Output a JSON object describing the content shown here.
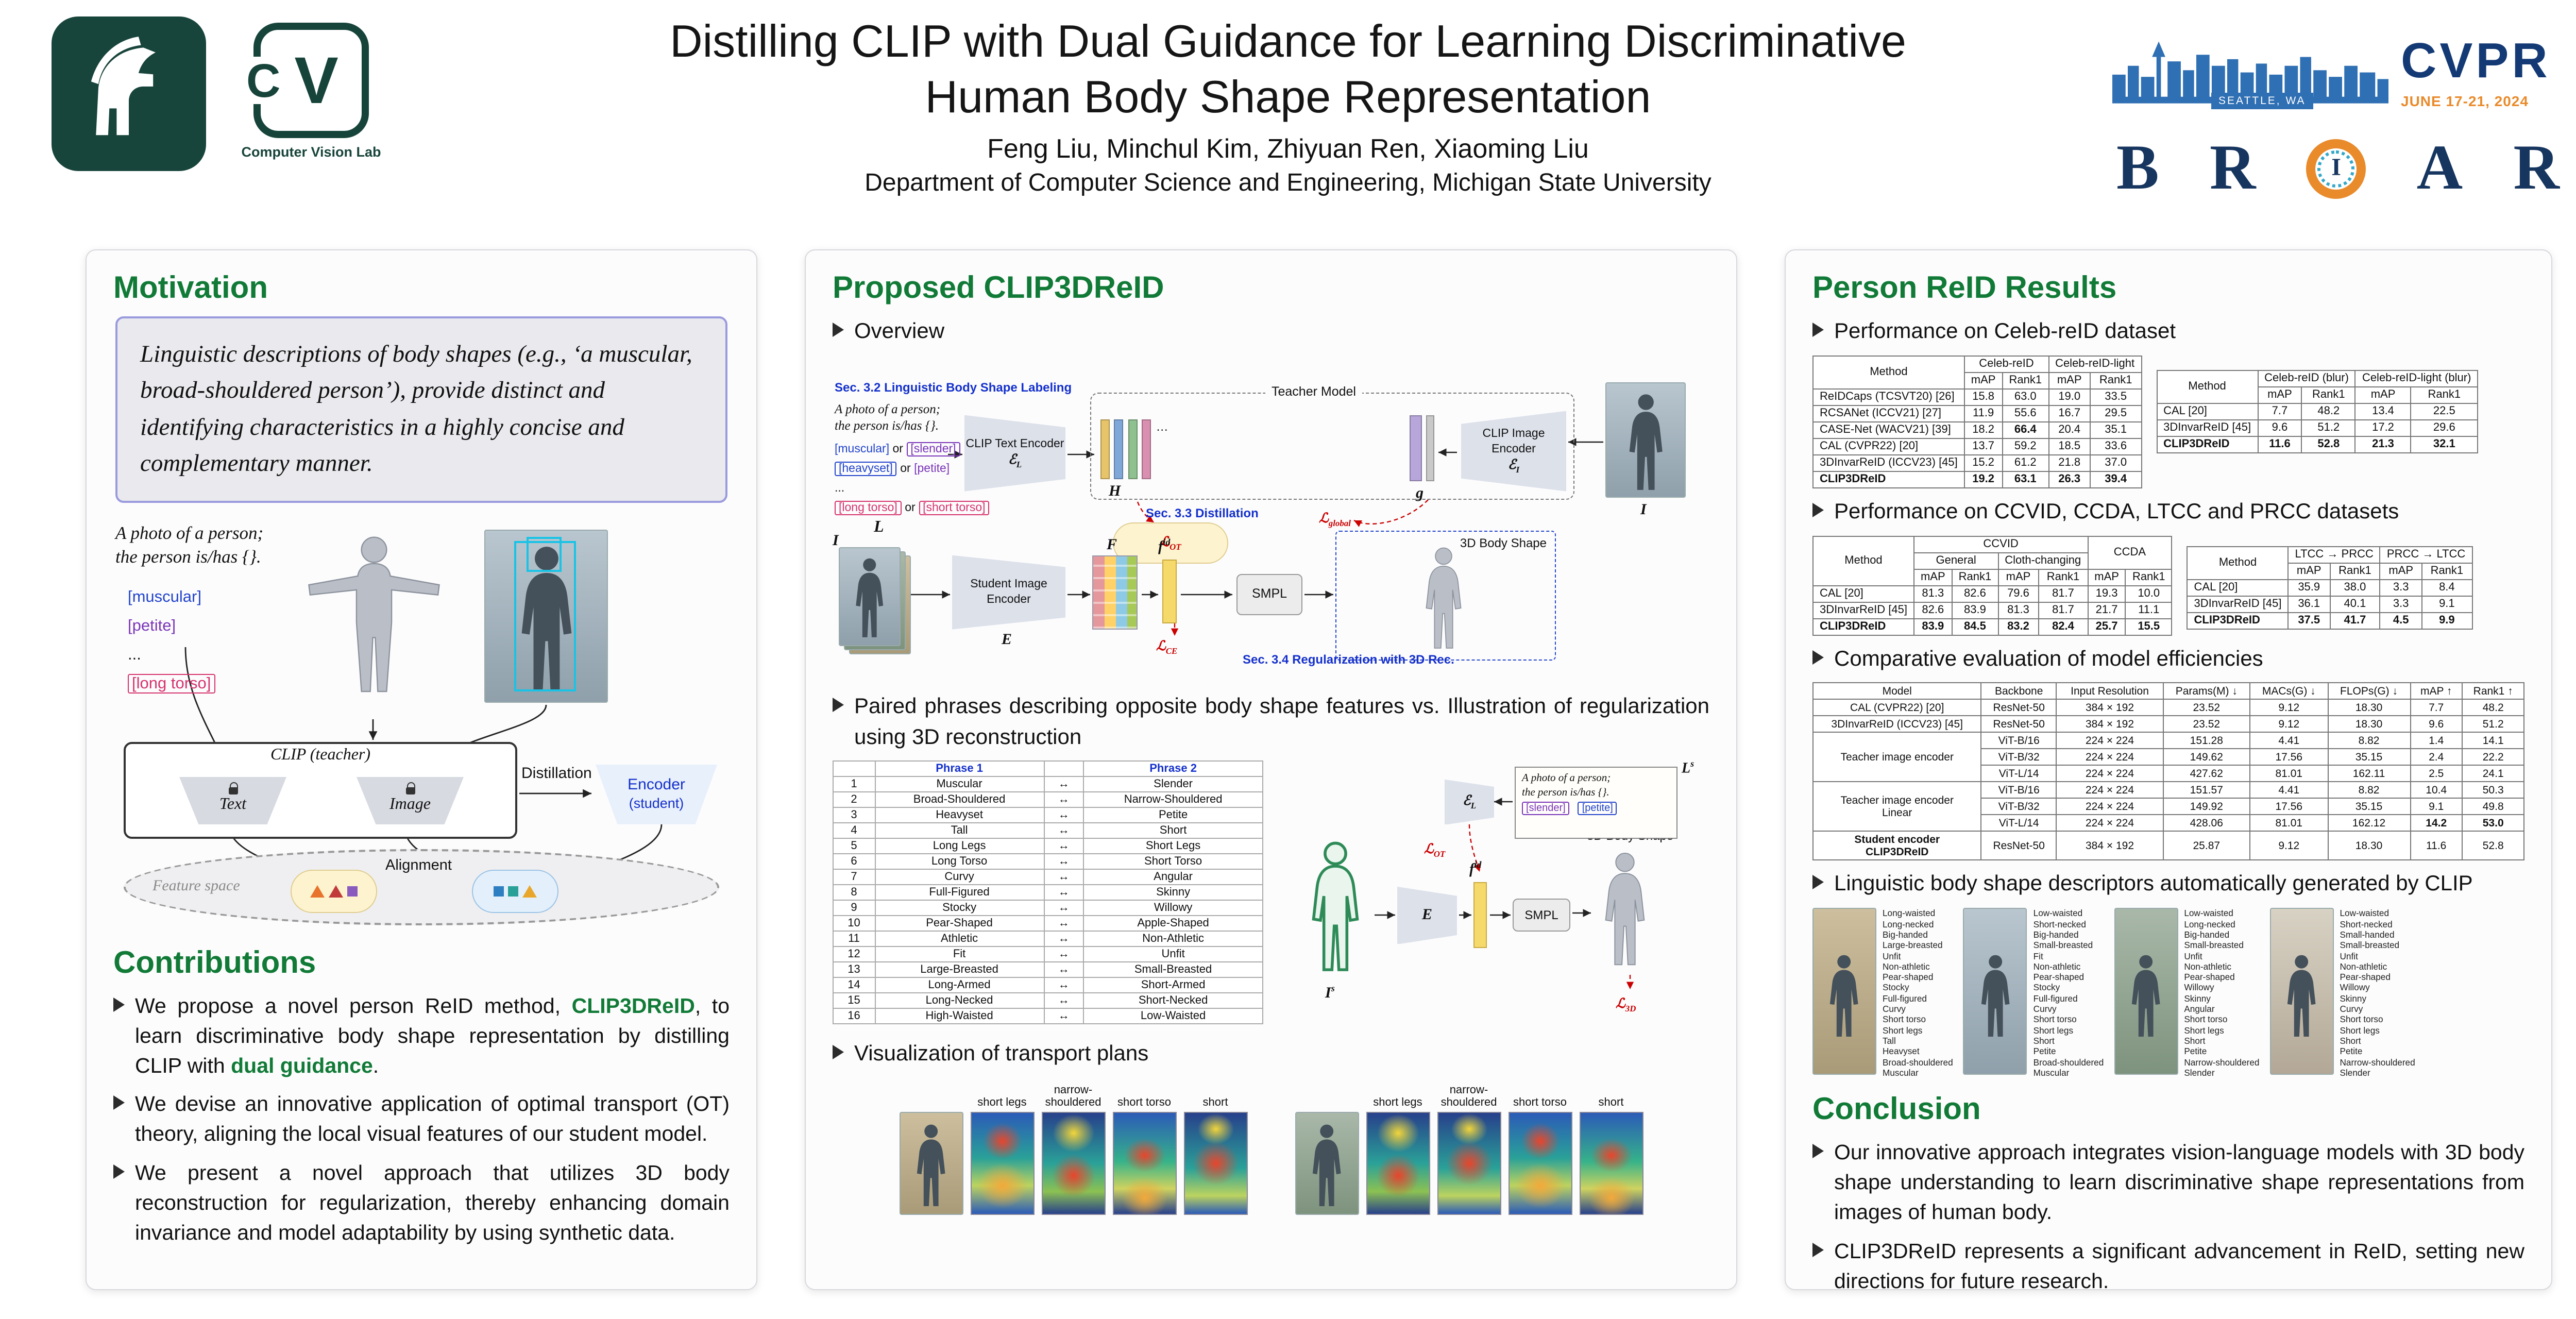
{
  "icons": {
    "bullet": "➢",
    "lock": "lock",
    "swap": "↔"
  },
  "header": {
    "title1": "Distilling CLIP with Dual Guidance for Learning Discriminative",
    "title2": "Human Body Shape Representation",
    "authors": "Feng Liu, Minchul Kim, Zhiyuan Ren, Xiaoming Liu",
    "affiliation": "Department of Computer Science and Engineering, Michigan State University",
    "cv_letters": [
      "C",
      "V"
    ],
    "cv_caption": "Computer Vision Lab",
    "cvpr": {
      "name": "CVPR",
      "city": "SEATTLE, WA",
      "dates": "JUNE 17-21, 2024"
    },
    "briar_letters": [
      "B",
      "R",
      "I",
      "A",
      "R"
    ]
  },
  "left": {
    "motivation_title": "Motivation",
    "quote": "Linguistic descriptions of body shapes (e.g., ‘a muscular, broad-shouldered person’), provide distinct and identifying characteristics in a highly concise and complementary manner.",
    "diagram": {
      "prompt1": "A photo of a person;",
      "prompt2": "the person is/has {}.",
      "tags": [
        [
          {
            "t": "[muscular]",
            "c": "tag-blue"
          }
        ],
        [
          {
            "t": "[petite]",
            "c": "tag-violet"
          }
        ],
        [
          {
            "t": "..."
          }
        ],
        [
          {
            "t": "[long torso]",
            "c": "tag-pink tag-box"
          }
        ]
      ],
      "clip_label": "CLIP (teacher)",
      "text_label": "Text",
      "image_label": "Image",
      "distill_label": "Distillation",
      "student_l1": "Encoder",
      "student_l2": "(student)",
      "feature_space": "Feature space",
      "alignment": "Alignment"
    },
    "contributions_title": "Contributions",
    "contributions": [
      [
        {
          "t": "We propose a novel person ReID method, "
        },
        {
          "t": "CLIP3DReID",
          "c": "hl"
        },
        {
          "t": ", to learn discriminative body shape representation by distilling CLIP with "
        },
        {
          "t": "dual guidance",
          "c": "hl"
        },
        {
          "t": "."
        }
      ],
      [
        {
          "t": "We devise an innovative application of optimal transport (OT) theory, aligning the local visual features of our student model."
        }
      ],
      [
        {
          "t": "We present a novel approach that utilizes 3D body reconstruction for regularization, thereby enhancing domain invariance and model adaptability by using synthetic data."
        }
      ]
    ]
  },
  "middle": {
    "title": "Proposed CLIP3DReID",
    "b_overview": "Overview",
    "ov": {
      "sec32": "Sec. 3.2 Linguistic Body Shape Labeling",
      "prompt1": "A photo of a person;",
      "prompt2": "the person is/has {}.",
      "tag_rows": [
        [
          {
            "t": "[muscular]",
            "c": "tag-blue"
          },
          {
            "t": " or "
          },
          {
            "t": "[slender]",
            "c": "tag-violet tag-box"
          }
        ],
        [
          {
            "t": "[heavyset]",
            "c": "tag-blue tag-box"
          },
          {
            "t": " or "
          },
          {
            "t": "[petite]",
            "c": "tag-violet"
          }
        ],
        [
          {
            "t": "..."
          }
        ],
        [
          {
            "t": "[long torso]",
            "c": "tag-pink tag-box"
          },
          {
            "t": " or "
          },
          {
            "t": "[short torso]",
            "c": "tag-pink tag-box"
          }
        ]
      ],
      "teacher": "Teacher Model",
      "text_enc": "CLIP Text Encoder",
      "img_enc": "CLIP Image Encoder",
      "student_enc": "Student Image Encoder",
      "smpl": "SMPL",
      "body": "3D Body Shape",
      "sec33": "Sec. 3.3 Distillation",
      "sec34": "Sec. 3.4 Regularization with 3D Rec.",
      "labels": {
        "H": "H",
        "g": "g",
        "L": "L",
        "I": "I",
        "F": "F",
        "E": "E"
      },
      "el": {
        "sym": "ℰ",
        "sub": "L"
      },
      "ei": {
        "sym": "ℰ",
        "sub": "I"
      },
      "fid": {
        "base": "f",
        "sup": "id"
      },
      "losses": {
        "global": {
          "sym": "ℒ",
          "sub": "global"
        },
        "ot": {
          "sym": "ℒ",
          "sub": "OT"
        },
        "ce": {
          "sym": "ℒ",
          "sub": "CE"
        }
      }
    },
    "b_pairs": "Paired phrases describing opposite body shape features vs. Illustration of regularization using 3D reconstruction",
    "phrases": {
      "head": [
        [
          {
            "t": ""
          },
          {
            "t": "Phrase 1"
          },
          {
            "t": ""
          },
          {
            "t": "Phrase 2"
          }
        ]
      ],
      "rows": [
        [
          "1",
          "Muscular",
          "↔",
          "Slender"
        ],
        [
          "2",
          "Broad-Shouldered",
          "↔",
          "Narrow-Shouldered"
        ],
        [
          "3",
          "Heavyset",
          "↔",
          "Petite"
        ],
        [
          "4",
          "Tall",
          "↔",
          "Short"
        ],
        [
          "5",
          "Long Legs",
          "↔",
          "Short Legs"
        ],
        [
          "6",
          "Long Torso",
          "↔",
          "Short Torso"
        ],
        [
          "7",
          "Curvy",
          "↔",
          "Angular"
        ],
        [
          "8",
          "Full-Figured",
          "↔",
          "Skinny"
        ],
        [
          "9",
          "Stocky",
          "↔",
          "Willowy"
        ],
        [
          "10",
          "Pear-Shaped",
          "↔",
          "Apple-Shaped"
        ],
        [
          "11",
          "Athletic",
          "↔",
          "Non-Athletic"
        ],
        [
          "12",
          "Fit",
          "↔",
          "Unfit"
        ],
        [
          "13",
          "Large-Breasted",
          "↔",
          "Small-Breasted"
        ],
        [
          "14",
          "Long-Armed",
          "↔",
          "Short-Armed"
        ],
        [
          "15",
          "Long-Necked",
          "↔",
          "Short-Necked"
        ],
        [
          "16",
          "High-Waisted",
          "↔",
          "Low-Waisted"
        ]
      ]
    },
    "reg": {
      "prompt1": "A photo of a person;",
      "prompt2": "the person is/has {}.",
      "tags": [
        [
          {
            "t": "[slender]",
            "c": "tag-violet tag-box"
          }
        ],
        [
          {
            "t": "[petite]",
            "c": "tag-blue tag-box"
          }
        ]
      ],
      "smpl": "SMPL",
      "body": "3D Body Shape",
      "e_label": "E",
      "el": {
        "sym": "ℰ",
        "sub": "L"
      },
      "fid": {
        "base": "f",
        "sup": "id"
      },
      "is": {
        "base": "I",
        "sup": "s"
      },
      "ls": {
        "base": "L",
        "sup": "s"
      },
      "losses": {
        "ot": {
          "sym": "ℒ",
          "sub": "OT"
        },
        "threed": {
          "sym": "ℒ",
          "sub": "3D"
        }
      }
    },
    "b_transport": "Visualization of transport plans",
    "transport_labels": [
      "short legs",
      "narrow-shouldered",
      "short torso",
      "short"
    ]
  },
  "right": {
    "title": "Person ReID Results",
    "b_celeb": "Performance on Celeb-reID dataset",
    "celeb_table": {
      "head": [
        [
          {
            "t": "Method",
            "rs": 2
          },
          {
            "t": "Celeb-reID",
            "cs": 2
          },
          {
            "t": "Celeb-reID-light",
            "cs": 2
          }
        ],
        [
          {
            "t": "mAP"
          },
          {
            "t": "Rank1"
          },
          {
            "t": "mAP"
          },
          {
            "t": "Rank1"
          }
        ]
      ],
      "rows": [
        [
          "ReIDCaps (TCSVT20) [26]",
          "15.8",
          "63.0",
          "19.0",
          "33.5"
        ],
        [
          "RCSANet (ICCV21) [27]",
          "11.9",
          "55.6",
          "16.7",
          "29.5"
        ],
        [
          "CASE-Net (WACV21) [39]",
          "18.2",
          {
            "t": "66.4",
            "b": true
          },
          "20.4",
          "35.1"
        ],
        [
          "CAL (CVPR22) [20]",
          "13.7",
          "59.2",
          "18.5",
          "33.6"
        ],
        [
          "3DInvarReID (ICCV23) [45]",
          "15.2",
          "61.2",
          "21.8",
          "37.0"
        ],
        [
          "CLIP3DReID",
          "19.2",
          "63.1",
          "26.3",
          "39.4"
        ]
      ],
      "bold_rows": [
        5
      ]
    },
    "blur_table": {
      "head": [
        [
          {
            "t": "Method",
            "rs": 2
          },
          {
            "t": "Celeb-reID (blur)",
            "cs": 2
          },
          {
            "t": "Celeb-reID-light (blur)",
            "cs": 2
          }
        ],
        [
          {
            "t": "mAP"
          },
          {
            "t": "Rank1"
          },
          {
            "t": "mAP"
          },
          {
            "t": "Rank1"
          }
        ]
      ],
      "rows": [
        [
          "CAL [20]",
          "7.7",
          "48.2",
          "13.4",
          "22.5"
        ],
        [
          "3DInvarReID [45]",
          "9.6",
          "51.2",
          "17.2",
          "29.6"
        ],
        [
          "CLIP3DReID",
          "11.6",
          "52.8",
          "21.3",
          "32.1"
        ]
      ],
      "bold_rows": [
        2
      ]
    },
    "b_ccvid": "Performance on CCVID, CCDA, LTCC and PRCC datasets",
    "ccvid_table": {
      "head": [
        [
          {
            "t": "Method",
            "rs": 3
          },
          {
            "t": "CCVID",
            "cs": 4
          },
          {
            "t": "CCDA",
            "cs": 2,
            "rs": 2
          }
        ],
        [
          {
            "t": "General",
            "cs": 2
          },
          {
            "t": "Cloth-changing",
            "cs": 2
          }
        ],
        [
          {
            "t": "mAP"
          },
          {
            "t": "Rank1"
          },
          {
            "t": "mAP"
          },
          {
            "t": "Rank1"
          },
          {
            "t": "mAP"
          },
          {
            "t": "Rank1"
          }
        ]
      ],
      "rows": [
        [
          "CAL [20]",
          "81.3",
          "82.6",
          "79.6",
          "81.7",
          "19.3",
          "10.0"
        ],
        [
          "3DInvarReID [45]",
          "82.6",
          "83.9",
          "81.3",
          "81.7",
          "21.7",
          "11.1"
        ],
        [
          "CLIP3DReID",
          "83.9",
          "84.5",
          "83.2",
          "82.4",
          "25.7",
          "15.5"
        ]
      ],
      "bold_rows": [
        2
      ]
    },
    "ltcc_table": {
      "head": [
        [
          {
            "t": "Method",
            "rs": 2
          },
          {
            "t": "LTCC → PRCC",
            "cs": 2
          },
          {
            "t": "PRCC → LTCC",
            "cs": 2
          }
        ],
        [
          {
            "t": "mAP"
          },
          {
            "t": "Rank1"
          },
          {
            "t": "mAP"
          },
          {
            "t": "Rank1"
          }
        ]
      ],
      "rows": [
        [
          "CAL [20]",
          "35.9",
          "38.0",
          "3.3",
          "8.4"
        ],
        [
          "3DInvarReID [45]",
          "36.1",
          "40.1",
          "3.3",
          "9.1"
        ],
        [
          "CLIP3DReID",
          "37.5",
          "41.7",
          "4.5",
          "9.9"
        ]
      ],
      "bold_rows": [
        2
      ]
    },
    "b_eff": "Comparative evaluation of model efficiencies",
    "eff_table": {
      "head": [
        [
          {
            "t": "Model"
          },
          {
            "t": "Backbone"
          },
          {
            "t": "Input Resolution"
          },
          {
            "t": "Params(M) ↓"
          },
          {
            "t": "MACs(G) ↓"
          },
          {
            "t": "FLOPs(G) ↓"
          },
          {
            "t": "mAP ↑"
          },
          {
            "t": "Rank1 ↑"
          }
        ]
      ],
      "rows": [
        [
          "CAL (CVPR22) [20]",
          "ResNet-50",
          "384 × 192",
          "23.52",
          "9.12",
          "18.30",
          "7.7",
          "48.2"
        ],
        [
          "3DInvarReID (ICCV23) [45]",
          "ResNet-50",
          "384 × 192",
          "23.52",
          "9.12",
          "18.30",
          "9.6",
          "51.2"
        ],
        [
          {
            "t": "Teacher image encoder",
            "rs": 3
          },
          "ViT-B/16",
          "224 × 224",
          "151.28",
          "4.41",
          "8.82",
          "1.4",
          "14.1"
        ],
        [
          "ViT-B/32",
          "224 × 224",
          "149.62",
          "17.56",
          "35.15",
          "2.4",
          "22.2"
        ],
        [
          "ViT-L/14",
          "224 × 224",
          "427.62",
          "81.01",
          "162.11",
          "2.5",
          "24.1"
        ],
        [
          {
            "t": "Teacher image encoder\nLinear",
            "rs": 3
          },
          "ViT-B/16",
          "224 × 224",
          "151.57",
          "4.41",
          "8.82",
          "10.4",
          "50.3"
        ],
        [
          "ViT-B/32",
          "224 × 224",
          "149.92",
          "17.56",
          "35.15",
          "9.1",
          "49.8"
        ],
        [
          "ViT-L/14",
          "224 × 224",
          "428.06",
          "81.01",
          "162.12",
          {
            "t": "14.2",
            "b": true
          },
          {
            "t": "53.0",
            "b": true
          }
        ],
        [
          {
            "t": "Student encoder\nCLIP3DReID",
            "b": true
          },
          "ResNet-50",
          "384 × 192",
          "25.87",
          "9.12",
          "18.30",
          "11.6",
          "52.8"
        ]
      ]
    },
    "b_desc": "Linguistic body shape descriptors automatically generated by CLIP",
    "descriptors": [
      {
        "lines": [
          "Long-waisted",
          "Long-necked",
          "Big-handed",
          "Large-breasted",
          "Unfit",
          "Non-athletic",
          "Pear-shaped",
          "Stocky",
          "Full-figured",
          "Curvy",
          "Short torso",
          "Short legs",
          "Tall",
          "Heavyset",
          "Broad-shouldered",
          "Muscular"
        ]
      },
      {
        "lines": [
          "Low-waisted",
          "Short-necked",
          "Big-handed",
          "Small-breasted",
          "Fit",
          "Non-athletic",
          "Pear-shaped",
          "Stocky",
          "Full-figured",
          "Curvy",
          "Short torso",
          "Short legs",
          "Short",
          "Petite",
          "Broad-shouldered",
          "Muscular"
        ]
      },
      {
        "lines": [
          "Low-waisted",
          "Long-necked",
          "Big-handed",
          "Small-breasted",
          "Unfit",
          "Non-athletic",
          "Pear-shaped",
          "Willowy",
          "Skinny",
          "Angular",
          "Short torso",
          "Short legs",
          "Short",
          "Petite",
          "Narrow-shouldered",
          "Slender"
        ]
      },
      {
        "lines": [
          "Low-waisted",
          "Short-necked",
          "Small-handed",
          "Small-breasted",
          "Unfit",
          "Non-athletic",
          "Pear-shaped",
          "Willowy",
          "Skinny",
          "Curvy",
          "Short torso",
          "Short legs",
          "Short",
          "Petite",
          "Narrow-shouldered",
          "Slender"
        ]
      }
    ],
    "conclusion_title": "Conclusion",
    "conclusion": [
      [
        {
          "t": "Our innovative approach integrates vision-language models with 3D body shape understanding to learn discriminative shape representations from images of human body."
        }
      ],
      [
        {
          "t": "CLIP3DReID represents a significant advancement in ReID, setting new directions for future research."
        }
      ]
    ]
  }
}
